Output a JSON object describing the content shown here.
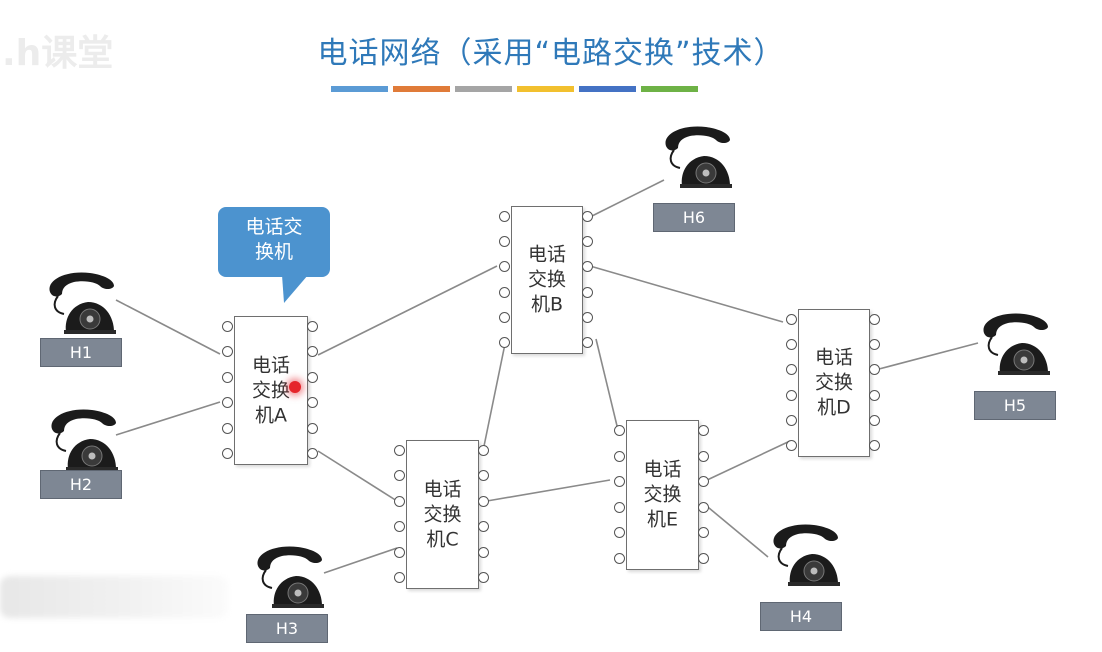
{
  "title": "电话网络（采用“电路交换”技术）",
  "logo_text": ".h课堂",
  "accent_colors": [
    "#5b9bd5",
    "#e07b39",
    "#a5a5a5",
    "#f2c02e",
    "#4472c4",
    "#6eb246"
  ],
  "callout": {
    "line1": "电话交",
    "line2": "换机"
  },
  "switches": {
    "A": {
      "l1": "电话",
      "l2": "交换",
      "l3": "机A"
    },
    "B": {
      "l1": "电话",
      "l2": "交换",
      "l3": "机B"
    },
    "C": {
      "l1": "电话",
      "l2": "交换",
      "l3": "机C"
    },
    "D": {
      "l1": "电话",
      "l2": "交换",
      "l3": "机D"
    },
    "E": {
      "l1": "电话",
      "l2": "交换",
      "l3": "机E"
    }
  },
  "hosts": {
    "H1": "H1",
    "H2": "H2",
    "H3": "H3",
    "H4": "H4",
    "H5": "H5",
    "H6": "H6"
  },
  "icons": [
    "telephone-icon",
    "pointer-dot"
  ]
}
